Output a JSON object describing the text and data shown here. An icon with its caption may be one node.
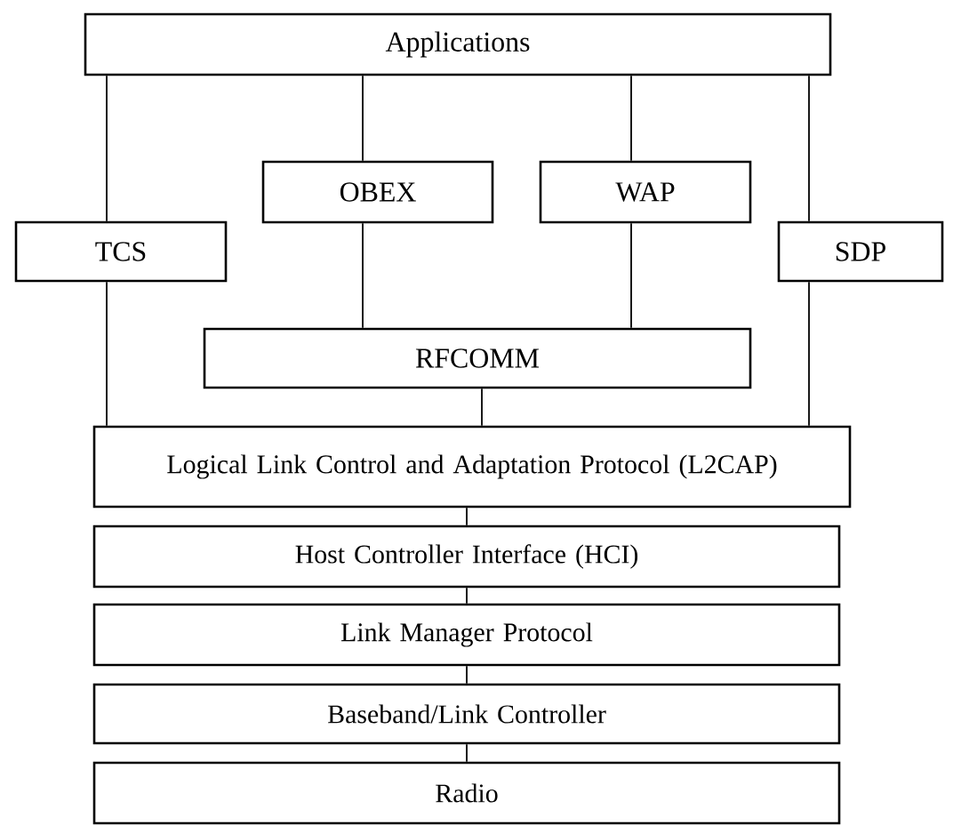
{
  "diagram": {
    "nodes": [
      {
        "text": [
          "Applications"
        ]
      },
      {
        "text": [
          "OBEX"
        ]
      },
      {
        "text": [
          "WAP"
        ]
      },
      {
        "text": [
          "TCS"
        ]
      },
      {
        "text": [
          "SDP"
        ]
      },
      {
        "text": [
          "RFCOMM"
        ]
      },
      {
        "text": [
          "Logical Link Control and Adaptation Protocol (L2CAP)"
        ]
      },
      {
        "text": [
          "Host Controller Interface (HCI)"
        ]
      },
      {
        "text": [
          "Link Manager Protocol"
        ]
      },
      {
        "text": [
          "Baseband/Link Controller"
        ]
      },
      {
        "text": [
          "Radio"
        ]
      }
    ],
    "edges": [
      {
        "from": 0,
        "to": 3,
        "arrow": "none"
      },
      {
        "from": 0,
        "to": 1,
        "arrow": "none"
      },
      {
        "from": 0,
        "to": 2,
        "arrow": "none"
      },
      {
        "from": 0,
        "to": 4,
        "arrow": "none"
      },
      {
        "from": 1,
        "to": 5,
        "arrow": "none"
      },
      {
        "from": 2,
        "to": 5,
        "arrow": "none"
      },
      {
        "from": 3,
        "to": 6,
        "arrow": "none"
      },
      {
        "from": 4,
        "to": 6,
        "arrow": "none"
      },
      {
        "from": 5,
        "to": 6,
        "arrow": "none"
      },
      {
        "from": 6,
        "to": 7,
        "arrow": "none"
      },
      {
        "from": 7,
        "to": 8,
        "arrow": "none"
      },
      {
        "from": 8,
        "to": 9,
        "arrow": "none"
      },
      {
        "from": 9,
        "to": 10,
        "arrow": "none"
      }
    ]
  }
}
